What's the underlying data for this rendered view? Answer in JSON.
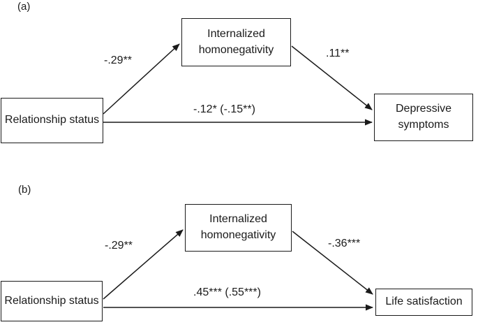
{
  "panels": [
    {
      "label": "(a)",
      "nodes": {
        "predictor": "Relationship status",
        "mediator": "Internalized homonegativity",
        "outcome": "Depressive symptoms"
      },
      "paths": {
        "predictor_to_mediator": "-.29**",
        "mediator_to_outcome": ".11**",
        "direct": "-.12* (-.15**)"
      }
    },
    {
      "label": "(b)",
      "nodes": {
        "predictor": "Relationship status",
        "mediator": "Internalized homonegativity",
        "outcome": "Life satisfaction"
      },
      "paths": {
        "predictor_to_mediator": "-.29**",
        "mediator_to_outcome": "-.36***",
        "direct": ".45*** (.55***)"
      }
    }
  ],
  "colors": {
    "line": "#1a1a1a",
    "text": "#1a1a1a",
    "box_border": "#1a1a1a",
    "background": "#ffffff"
  }
}
